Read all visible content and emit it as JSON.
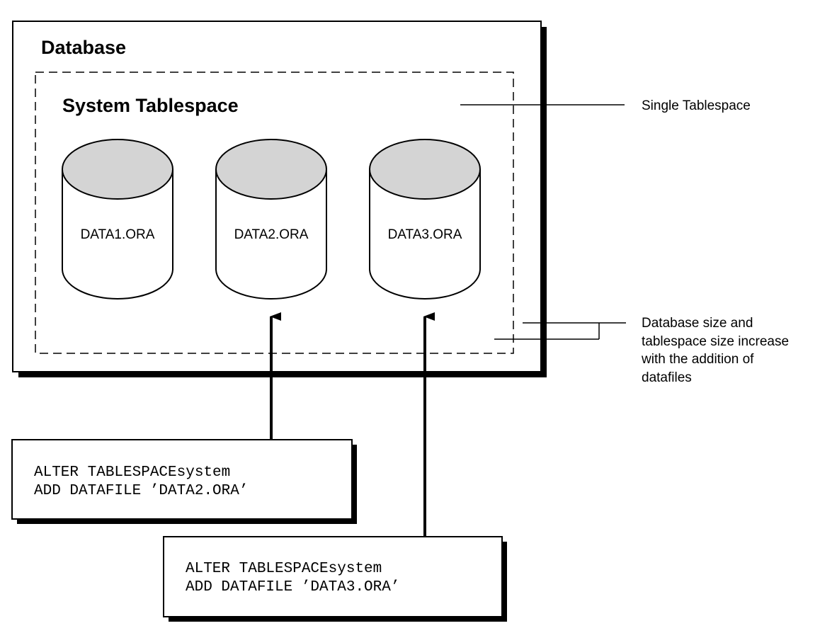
{
  "database": {
    "title": "Database"
  },
  "tablespace": {
    "title": "System Tablespace"
  },
  "datafiles": [
    {
      "label": "DATA1.ORA"
    },
    {
      "label": "DATA2.ORA"
    },
    {
      "label": "DATA3.ORA"
    }
  ],
  "annotations": {
    "single_tablespace": "Single Tablespace",
    "size_increase_lines": [
      "Database size and",
      "tablespace size increase",
      "with the addition of",
      "datafiles"
    ]
  },
  "commands": [
    {
      "line1": "ALTER TABLESPACEsystem",
      "line2": "ADD DATAFILE ’DATA2.ORA’"
    },
    {
      "line1": "ALTER TABLESPACEsystem",
      "line2": "ADD DATAFILE ’DATA3.ORA’"
    }
  ],
  "colors": {
    "cylinder_top": "#d4d4d4",
    "line": "#000000",
    "background": "#ffffff"
  }
}
